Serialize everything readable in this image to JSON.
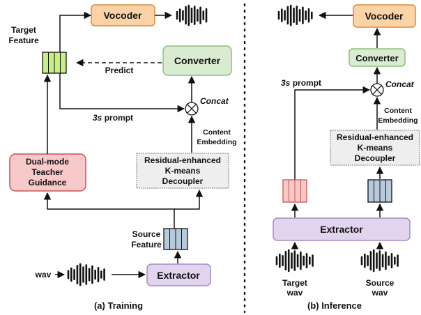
{
  "training": {
    "vocoder": "Vocoder",
    "target_feature_line1": "Target",
    "target_feature_line2": "Feature",
    "predict": "Predict",
    "converter": "Converter",
    "concat": "Concat",
    "prompt_bold": "3s",
    "prompt_rest": " prompt",
    "content_line1": "Content",
    "content_line2": "Embedding",
    "teacher_line1": "Dual-mode",
    "teacher_line2": "Teacher",
    "teacher_line3": "Guidance",
    "decoupler_line1": "Residual-enhanced",
    "decoupler_line2": "K-means",
    "decoupler_line3": "Decoupler",
    "source_feature_line1": "Source",
    "source_feature_line2": "Feature",
    "wav": "wav",
    "extractor": "Extractor",
    "caption": "(a) Training"
  },
  "inference": {
    "vocoder": "Vocoder",
    "converter": "Converter",
    "prompt_bold": "3s",
    "prompt_rest": " prompt",
    "concat": "Concat",
    "content_line1": "Content",
    "content_line2": "Embedding",
    "decoupler_line1": "Residual-enhanced",
    "decoupler_line2": "K-means",
    "decoupler_line3": "Decoupler",
    "extractor": "Extractor",
    "target_wav_line1": "Target",
    "target_wav_line2": "wav",
    "source_wav_line1": "Source",
    "source_wav_line2": "wav",
    "caption": "(b) Inference"
  },
  "colors": {
    "vocoder_fill": "#fbd3a7",
    "vocoder_stroke": "#d98a3e",
    "converter_fill": "#d9ecd2",
    "converter_stroke": "#8cc07a",
    "teacher_fill": "#f7c9c9",
    "teacher_stroke": "#c95555",
    "decoupler_fill": "#eeeeee",
    "decoupler_stroke": "#999999",
    "extractor_fill": "#e2d4ee",
    "extractor_stroke": "#a58bc2",
    "target_feature_fill": "#c7ef86",
    "source_feature_fill": "#b7c9da",
    "pink_feature_fill": "#f7c8c8"
  }
}
